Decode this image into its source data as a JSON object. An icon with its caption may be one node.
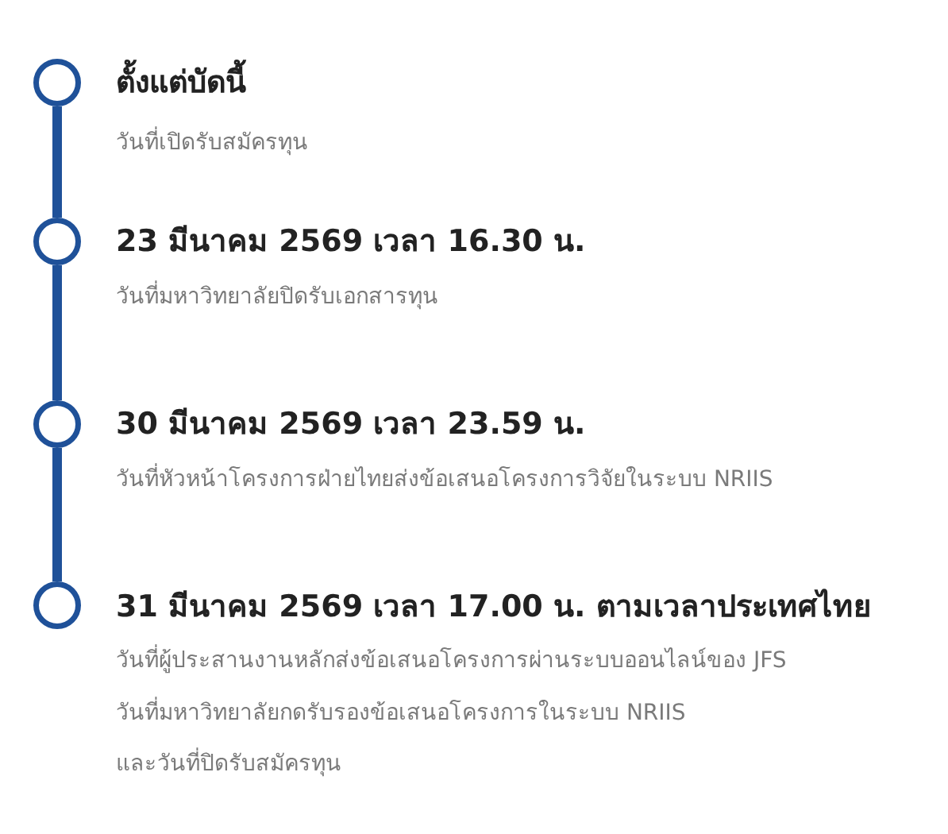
{
  "diagram": {
    "nodes": [
      {
        "text": [],
        "shape": "circle",
        "beside": [
          "ตั้งแต่บัดนี้",
          "วันที่เปิดรับสมัครทุน"
        ]
      },
      {
        "text": [],
        "shape": "circle",
        "beside": [
          "23 มีนาคม 2569 เวลา 16.30 น.",
          "วันที่มหาวิทยาลัยปิดรับเอกสารทุน"
        ]
      },
      {
        "text": [],
        "shape": "circle",
        "beside": [
          "30 มีนาคม 2569 เวลา 23.59 น.",
          "วันที่หัวหน้าโครงการฝ่ายไทยส่งข้อเสนอโครงการวิจัยในระบบ NRIIS"
        ]
      },
      {
        "text": [],
        "shape": "circle",
        "beside": [
          "31 มีนาคม 2569 เวลา 17.00 น. ตามเวลาประเทศไทย",
          "วันที่ผู้ประสานงานหลักส่งข้อเสนอโครงการผ่านระบบออนไลน์ของ JFS",
          "วันที่มหาวิทยาลัยกดรับรองข้อเสนอโครงการในระบบ NRIIS",
          "และวันที่ปิดรับสมัครทุน"
        ]
      }
    ],
    "edges": [
      {
        "from": 0,
        "to": 1,
        "arrow": "none"
      },
      {
        "from": 1,
        "to": 2,
        "arrow": "none"
      },
      {
        "from": 2,
        "to": 3,
        "arrow": "none"
      }
    ]
  }
}
